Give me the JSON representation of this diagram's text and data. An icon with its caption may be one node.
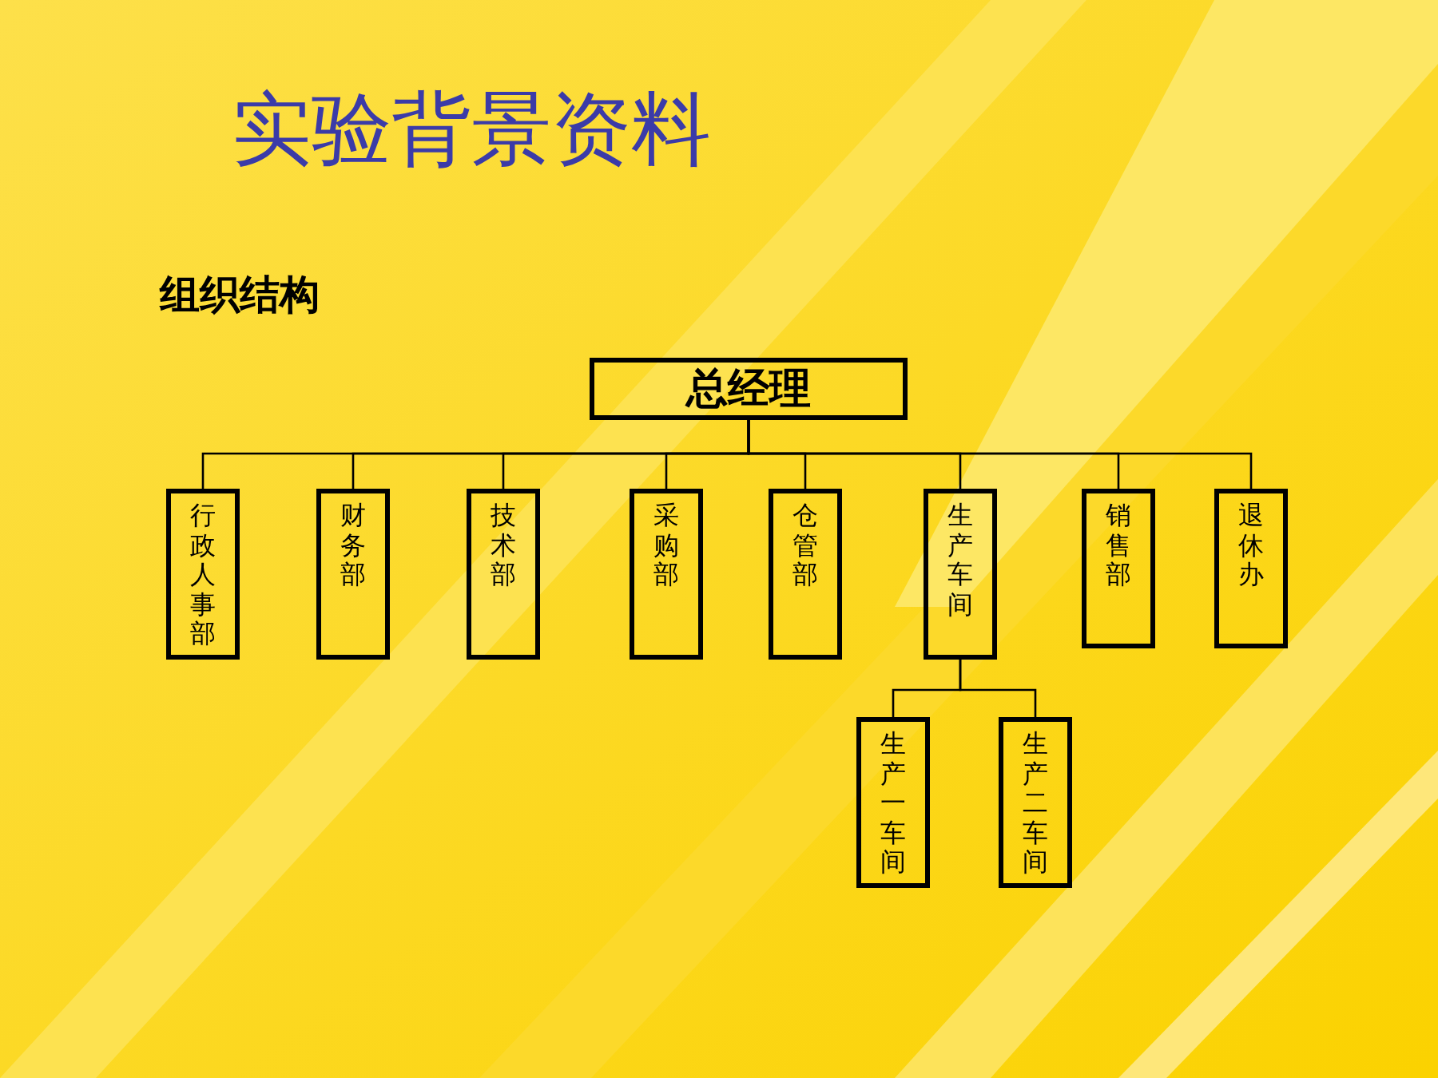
{
  "diagram": {
    "title": "实验背景资料",
    "nodes": [
      {
        "text": [
          "总经理"
        ]
      },
      {
        "text": [
          "行政人事部"
        ]
      },
      {
        "text": [
          "财务部"
        ]
      },
      {
        "text": [
          "技术部"
        ]
      },
      {
        "text": [
          "采购部"
        ]
      },
      {
        "text": [
          "仓管部"
        ]
      },
      {
        "text": [
          "生产车间"
        ]
      },
      {
        "text": [
          "销售部"
        ]
      },
      {
        "text": [
          "退休办"
        ]
      },
      {
        "text": [
          "生产一车间"
        ]
      },
      {
        "text": [
          "生产二车间"
        ]
      }
    ],
    "edges": [
      {
        "from": 0,
        "to": 1,
        "arrow": "none"
      },
      {
        "from": 0,
        "to": 2,
        "arrow": "none"
      },
      {
        "from": 0,
        "to": 3,
        "arrow": "none"
      },
      {
        "from": 0,
        "to": 4,
        "arrow": "none"
      },
      {
        "from": 0,
        "to": 5,
        "arrow": "none"
      },
      {
        "from": 0,
        "to": 6,
        "arrow": "none"
      },
      {
        "from": 0,
        "to": 7,
        "arrow": "none"
      },
      {
        "from": 0,
        "to": 8,
        "arrow": "none"
      },
      {
        "from": 6,
        "to": 9,
        "arrow": "none"
      },
      {
        "from": 6,
        "to": 10,
        "arrow": "none"
      }
    ],
    "labels": [
      "组织结构"
    ]
  }
}
